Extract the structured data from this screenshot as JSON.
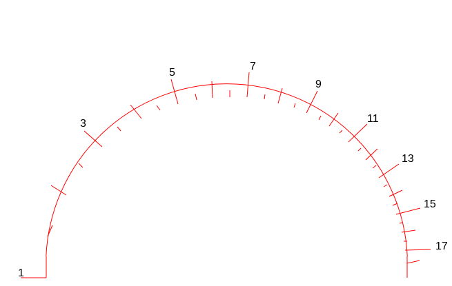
{
  "diagram": {
    "line_color": "#ff0000",
    "text_color": "#000000",
    "background": "#ffffff",
    "scale_labels": [
      "1",
      "3",
      "5",
      "7",
      "9",
      "11",
      "13",
      "15",
      "17"
    ]
  }
}
